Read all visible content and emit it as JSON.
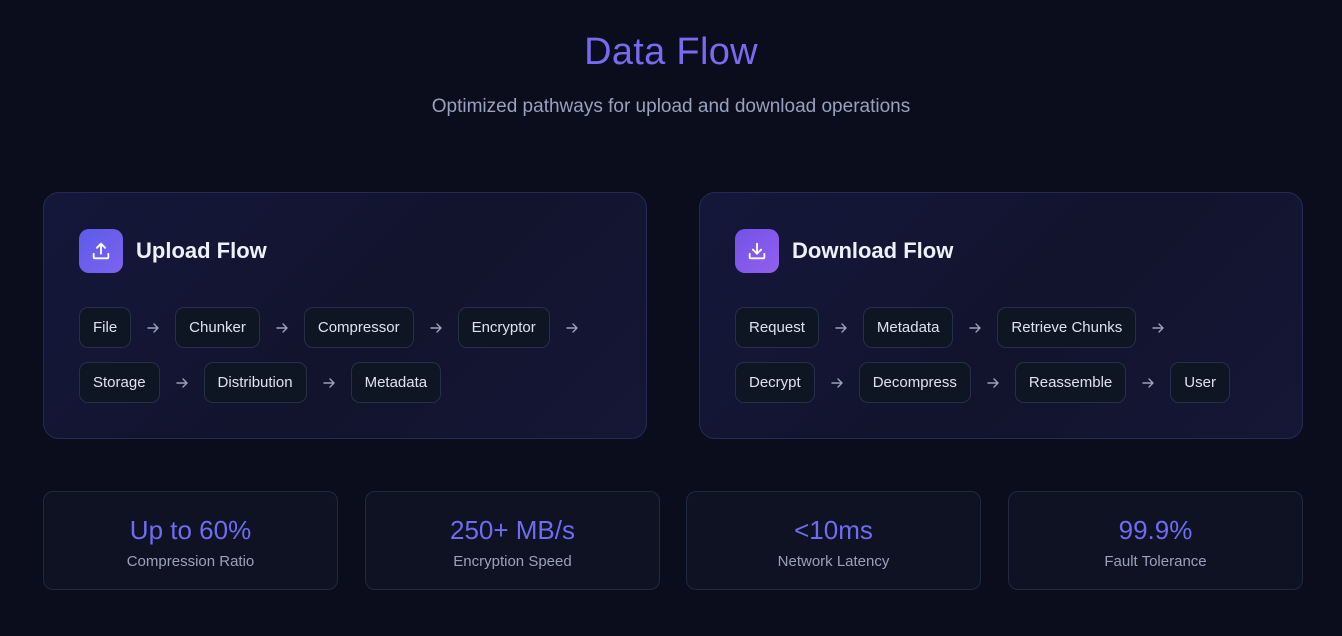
{
  "header": {
    "title": "Data Flow",
    "subtitle": "Optimized pathways for upload and download operations"
  },
  "upload": {
    "icon": "upload-icon",
    "title": "Upload Flow",
    "rows": [
      [
        "File",
        "Chunker",
        "Compressor",
        "Encryptor"
      ],
      [
        "Storage",
        "Distribution",
        "Metadata"
      ]
    ]
  },
  "download": {
    "icon": "download-icon",
    "title": "Download Flow",
    "rows": [
      [
        "Request",
        "Metadata",
        "Retrieve Chunks"
      ],
      [
        "Decrypt",
        "Decompress",
        "Reassemble",
        "User"
      ]
    ]
  },
  "stats": [
    {
      "value": "Up to 60%",
      "label": "Compression Ratio"
    },
    {
      "value": "250+ MB/s",
      "label": "Encryption Speed"
    },
    {
      "value": "<10ms",
      "label": "Network Latency"
    },
    {
      "value": "99.9%",
      "label": "Fault Tolerance"
    }
  ],
  "colors": {
    "background": "#0b0d1c",
    "accent": "#6e6cf2",
    "card_border": "#262a52",
    "step_background": "#0e1624"
  }
}
